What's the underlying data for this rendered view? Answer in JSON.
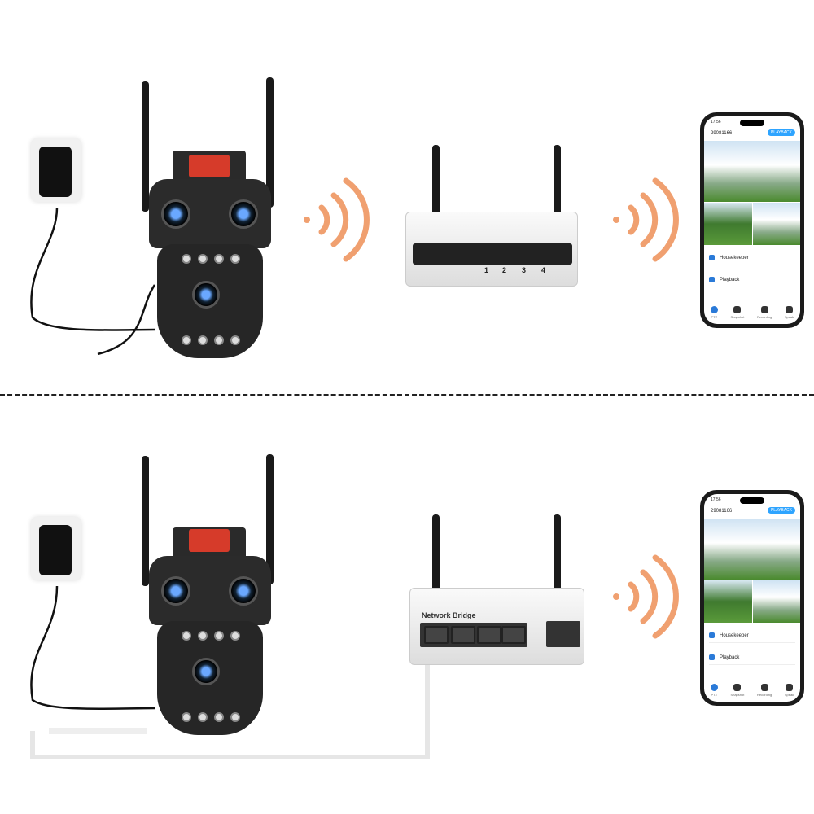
{
  "wifi_color": "#f0a070",
  "router_top": {
    "port_numbers": [
      "1",
      "2",
      "3",
      "4"
    ]
  },
  "router_bottom": {
    "label": "Network Bridge"
  },
  "phone": {
    "time": "17:56",
    "device_id": "29081166",
    "playback_button": "PLAYBACK",
    "menu": [
      "Housekeeper",
      "Playback"
    ],
    "tabs": [
      "PTZ",
      "Snapshot",
      "Recording",
      "Speak"
    ]
  }
}
